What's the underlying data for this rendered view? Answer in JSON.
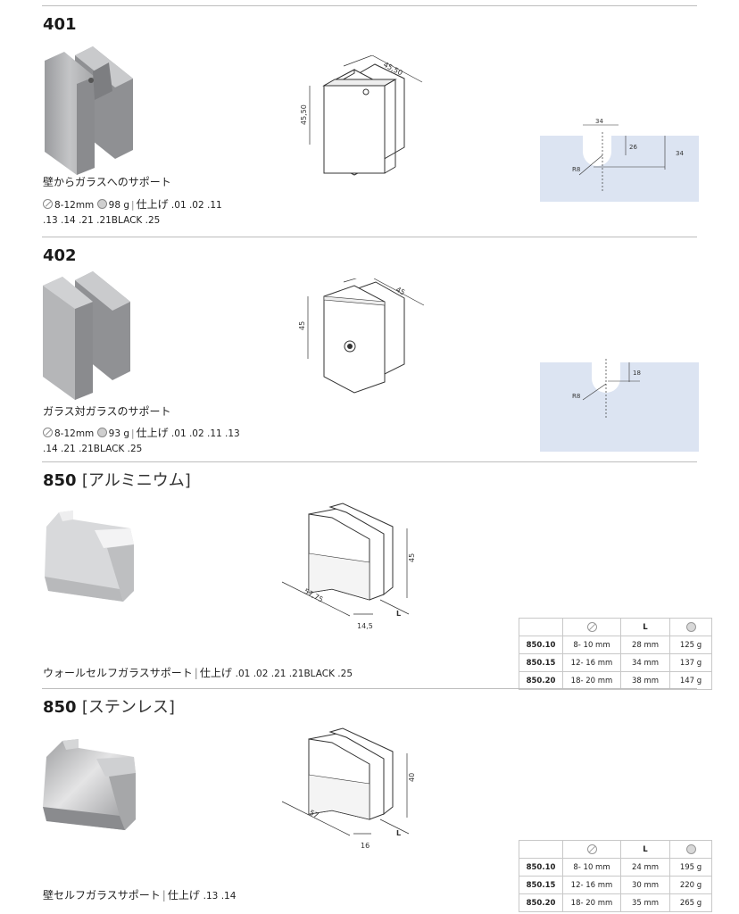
{
  "products": [
    {
      "code": "401",
      "subtitle": "",
      "description": "壁からガラスへのサポート",
      "spec_line1": "8-12mm",
      "weight": "98 g",
      "finish_label": "仕上げ",
      "finish_line1": ".01 .02 .11",
      "finish_line2": ".13 .14 .21 .21BLACK .25",
      "dims": {
        "width": "45,50",
        "height": "45,50"
      },
      "cutout": {
        "width": "34",
        "depth": "26",
        "total": "34",
        "radius": "R8"
      }
    },
    {
      "code": "402",
      "subtitle": "",
      "description": "ガラス対ガラスのサポート",
      "spec_line1": "8-12mm",
      "weight": "93 g",
      "finish_label": "仕上げ",
      "finish_line1": ".01 .02 .11 .13",
      "finish_line2": ".14 .21 .21BLACK .25",
      "dims": {
        "width": "45",
        "height": "45"
      },
      "cutout": {
        "depth": "18",
        "radius": "R8"
      }
    },
    {
      "code": "850",
      "subtitle": "[アルミニウム]",
      "description": "ウォールセルフガラスサポート",
      "finish_label": "仕上げ",
      "finish_line1": ".01 .02 .21 .21BLACK .25",
      "dims": {
        "length": "57,75",
        "height": "45",
        "base": "14,5",
        "l": "L"
      },
      "table": {
        "headers": [
          "",
          "",
          "L",
          ""
        ],
        "rows": [
          [
            "850.10",
            "8- 10 mm",
            "28 mm",
            "125 g"
          ],
          [
            "850.15",
            "12- 16 mm",
            "34 mm",
            "137 g"
          ],
          [
            "850.20",
            "18- 20 mm",
            "38 mm",
            "147 g"
          ]
        ]
      }
    },
    {
      "code": "850",
      "subtitle": "[ステンレス]",
      "description": "壁セルフガラスサポート",
      "finish_label": "仕上げ",
      "finish_line1": ".13 .14",
      "dims": {
        "length": "57",
        "height": "40",
        "base": "16",
        "l": "L"
      },
      "table": {
        "headers": [
          "",
          "",
          "L",
          ""
        ],
        "rows": [
          [
            "850.10",
            "8- 10 mm",
            "24 mm",
            "195 g"
          ],
          [
            "850.15",
            "12- 16 mm",
            "30 mm",
            "220 g"
          ],
          [
            "850.20",
            "18- 20 mm",
            "35 mm",
            "265 g"
          ]
        ]
      }
    }
  ],
  "icons": {
    "thickness": "glass-thickness-icon",
    "weight": "weight-icon"
  },
  "colors": {
    "cutout_bg": "#dce4f2",
    "rule": "#bdbdbd",
    "product_grey": "#b9babc"
  }
}
